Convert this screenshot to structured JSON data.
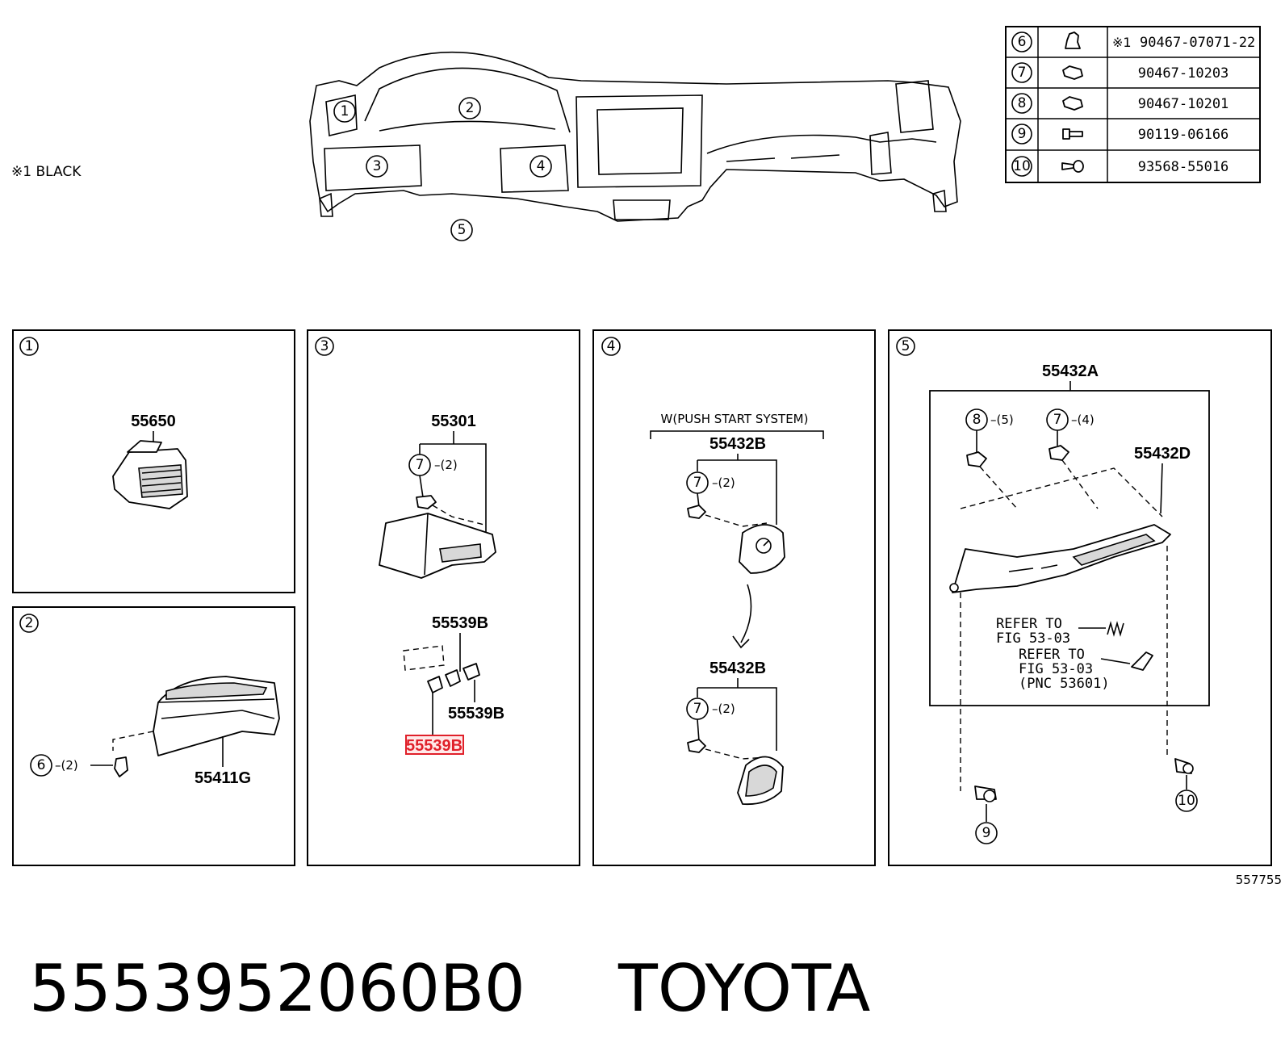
{
  "note": "※1  BLACK",
  "overview": {
    "callouts": [
      "1",
      "2",
      "3",
      "4",
      "5"
    ]
  },
  "fastener_table": {
    "rows": [
      {
        "ref": "6",
        "icon": "clip-fastener-icon",
        "prefix": "※1",
        "part": "90467-07071-22"
      },
      {
        "ref": "7",
        "icon": "clip-fastener-icon",
        "prefix": "",
        "part": "90467-10203"
      },
      {
        "ref": "8",
        "icon": "clip-fastener-icon",
        "prefix": "",
        "part": "90467-10201"
      },
      {
        "ref": "9",
        "icon": "bolt-icon",
        "prefix": "",
        "part": "90119-06166"
      },
      {
        "ref": "10",
        "icon": "screw-icon",
        "prefix": "",
        "part": "93568-55016"
      }
    ]
  },
  "panels": {
    "p1": {
      "num": "1",
      "part": "55650"
    },
    "p2": {
      "num": "2",
      "part": "55411G",
      "clip_ref": "6",
      "clip_qty": "–(2)"
    },
    "p3": {
      "num": "3",
      "part_top": "55301",
      "clip_ref": "7",
      "clip_qty": "–(2)",
      "part_mid": "55539B",
      "part_right": "55539B",
      "part_highlight": "55539B"
    },
    "p4": {
      "num": "4",
      "condition": "W(PUSH START SYSTEM)",
      "part_a": "55432B",
      "part_b": "55432B",
      "clip_ref": "7",
      "clip_qty_a": "–(2)",
      "clip_qty_b": "–(2)"
    },
    "p5": {
      "num": "5",
      "part_top": "55432A",
      "part_right": "55432D",
      "clip8_ref": "8",
      "clip8_qty": "–(5)",
      "clip7_ref": "7",
      "clip7_qty": "–(4)",
      "refer1_a": "REFER TO",
      "refer1_b": "FIG 53-03",
      "refer2_a": "REFER TO",
      "refer2_b": "FIG 53-03",
      "refer2_c": "(PNC 53601)",
      "bolt_ref": "9",
      "screw_ref": "10"
    }
  },
  "diagram_id": "557755",
  "caption": {
    "part_number": "5553952060B0",
    "brand": "TOYOTA"
  },
  "colors": {
    "highlight": "#e0202a",
    "ink": "#000000"
  }
}
